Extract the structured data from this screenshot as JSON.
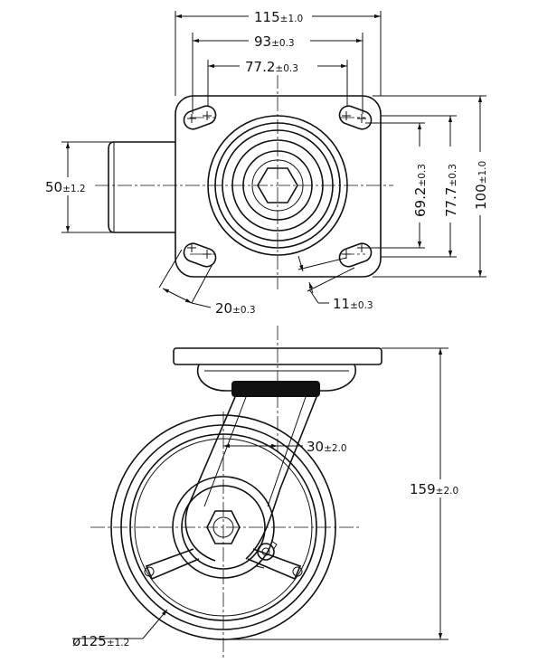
{
  "dimensions": {
    "plate_width": {
      "value": "115",
      "tol": "±1.0"
    },
    "hole_spacing_outer": {
      "value": "93",
      "tol": "±0.3"
    },
    "hole_spacing_inner": {
      "value": "77.2",
      "tol": "±0.3"
    },
    "stem_height": {
      "value": "50",
      "tol": "±1.2"
    },
    "slot_v_inner": {
      "value": "69.2",
      "tol": "±0.3"
    },
    "slot_v_outer": {
      "value": "77.7",
      "tol": "±0.3"
    },
    "plate_height": {
      "value": "100",
      "tol": "±1.0"
    },
    "slot_length": {
      "value": "20",
      "tol": "±0.3"
    },
    "slot_width": {
      "value": "11",
      "tol": "±0.3"
    },
    "offset": {
      "value": "30",
      "tol": "±2.0"
    },
    "overall_height": {
      "value": "159",
      "tol": "±2.0"
    },
    "wheel_diameter": {
      "value": "ø125",
      "tol": "±1.2"
    }
  },
  "colors": {
    "line": "#111111",
    "background": "#ffffff",
    "tread": "#111111"
  }
}
